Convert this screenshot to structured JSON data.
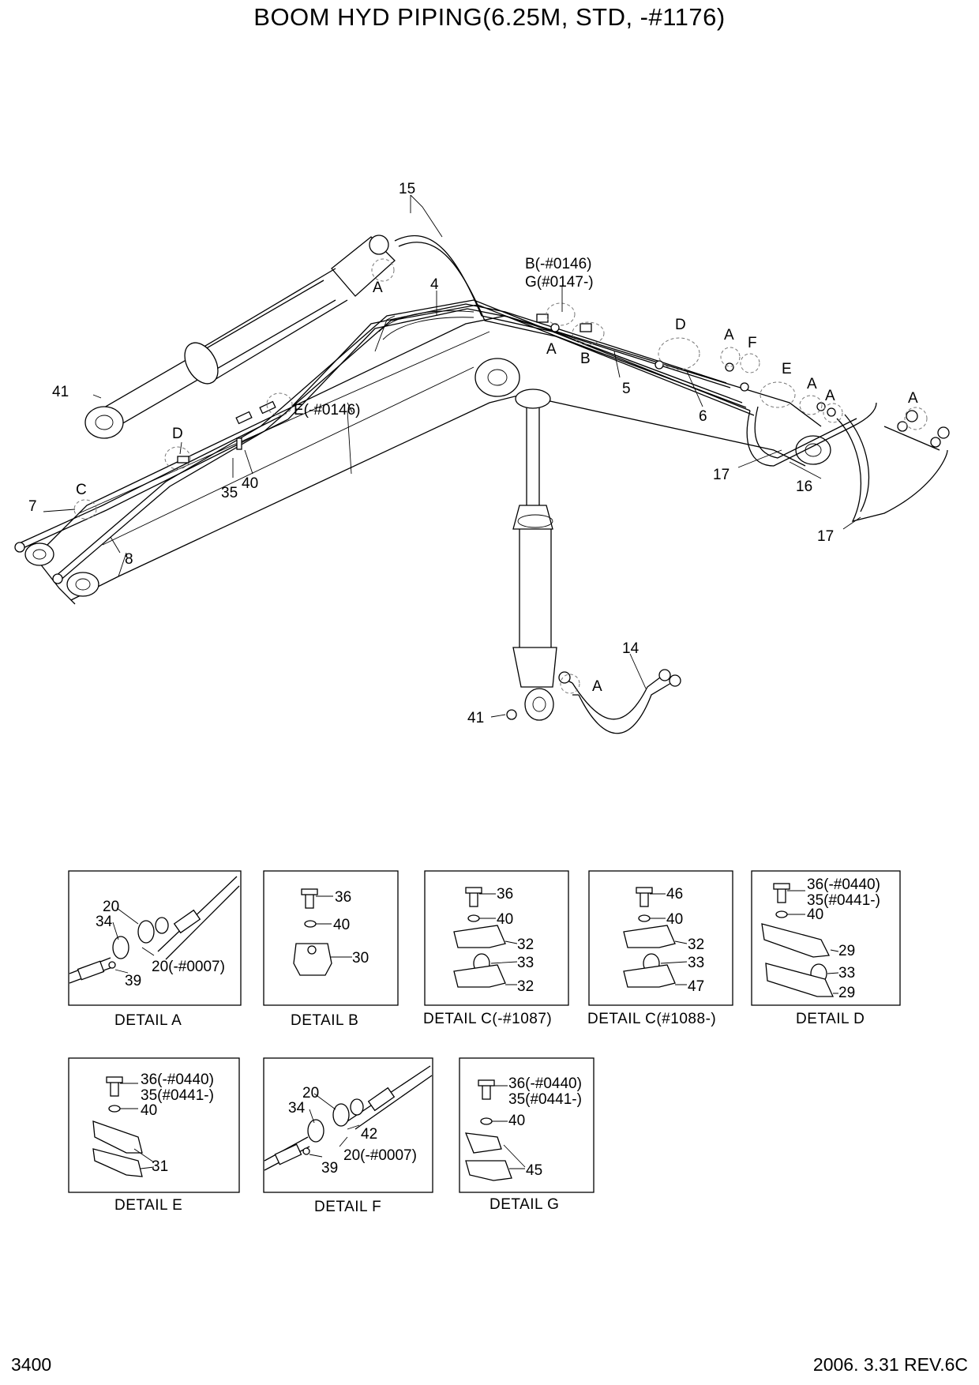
{
  "title": "BOOM HYD PIPING(6.25M, STD, -#1176)",
  "page_number": "3400",
  "revision": "2006. 3.31  REV.6C",
  "main_callouts": {
    "c15": "15",
    "c4": "4",
    "bg_top": "B(-#0146)",
    "bg_bottom": "G(#0147-)",
    "a1": "A",
    "a2": "A",
    "b": "B",
    "d_top": "D",
    "a3": "A",
    "f": "F",
    "e": "E",
    "a4": "A",
    "a5": "A",
    "a6": "A",
    "c5": "5",
    "c6": "6",
    "c41a": "41",
    "e_range": "E(-#0146)",
    "d_left": "D",
    "c35": "35",
    "c40": "40",
    "c": "C",
    "c7": "7",
    "c8": "8",
    "c17a": "17",
    "c16": "16",
    "c17b": "17",
    "c14": "14",
    "a7": "A",
    "c41b": "41"
  },
  "details": {
    "a": {
      "caption": "DETAIL  A",
      "l20": "20",
      "l34": "34",
      "l20r": "20(-#0007)",
      "l39": "39"
    },
    "b": {
      "caption": "DETAIL  B",
      "l36": "36",
      "l40": "40",
      "l30": "30"
    },
    "c1": {
      "caption": "DETAIL  C(-#1087)",
      "l36": "36",
      "l40": "40",
      "l32a": "32",
      "l33": "33",
      "l32b": "32"
    },
    "c2": {
      "caption": "DETAIL  C(#1088-)",
      "l46": "46",
      "l40": "40",
      "l32": "32",
      "l33": "33",
      "l47": "47"
    },
    "d": {
      "caption": "DETAIL  D",
      "l36": "36(-#0440)",
      "l35": "35(#0441-)",
      "l40": "40",
      "l29a": "29",
      "l33": "33",
      "l29b": "29"
    },
    "e": {
      "caption": "DETAIL  E",
      "l36": "36(-#0440)",
      "l35": "35(#0441-)",
      "l40": "40",
      "l31": "31"
    },
    "f": {
      "caption": "DETAIL  F",
      "l20": "20",
      "l34": "34",
      "l42": "42",
      "l20r": "20(-#0007)",
      "l39": "39"
    },
    "g": {
      "caption": "DETAIL  G",
      "l36": "36(-#0440)",
      "l35": "35(#0441-)",
      "l40": "40",
      "l45": "45"
    }
  }
}
